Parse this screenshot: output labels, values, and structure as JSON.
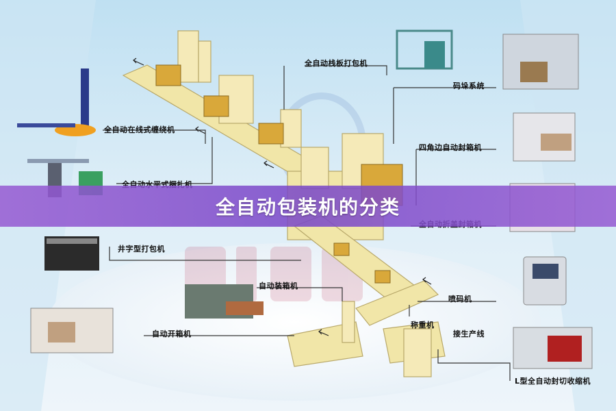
{
  "banner": {
    "title": "全自动包装机的分类"
  },
  "labels": {
    "pallet_strapper": "全自动栈板打包机",
    "palletizing": "码垛系统",
    "online_wrapper": "全自动在线式缠绕机",
    "four_corner_sealer": "四角边自动封箱机",
    "horizontal_strapper": "全自动水平式捆扎机",
    "fold_sealer": "全自动折盖封箱机",
    "cross_strapper": "井字型打包机",
    "case_packer": "自动装箱机",
    "inkjet": "喷码机",
    "weigher": "称重机",
    "case_erector": "自动开箱机",
    "production_line": "接生产线",
    "l_sealer": "L型全自动封切收缩机"
  },
  "colors": {
    "banner": "#8a5ad0",
    "conveyor": "#f1e6a8",
    "box": "#d9a83a"
  }
}
